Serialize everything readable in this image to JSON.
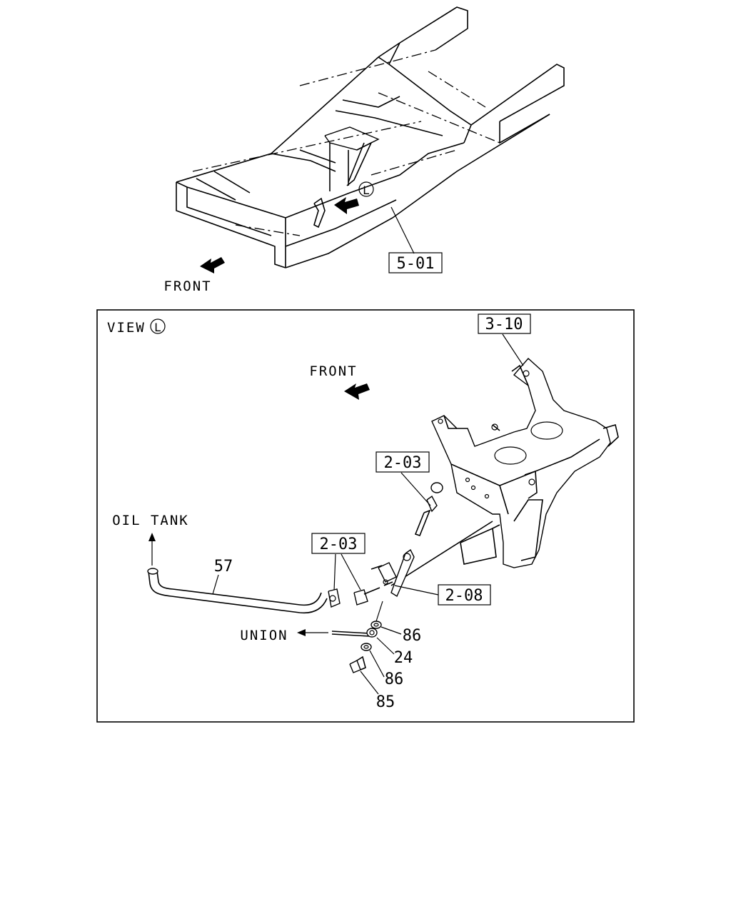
{
  "top_view": {
    "front_label": "FRONT",
    "callout_5_01": "5-01",
    "view_marker": "L"
  },
  "detail_view": {
    "title_prefix": "VIEW",
    "title_marker": "L",
    "front_label": "FRONT",
    "oil_tank_label": "OIL TANK",
    "union_label": "UNION",
    "callout_3_10": "3-10",
    "callout_2_03_upper": "2-03",
    "callout_2_03_lower": "2-03",
    "callout_2_08": "2-08",
    "part_57": "57",
    "part_86_upper": "86",
    "part_24": "24",
    "part_86_lower": "86",
    "part_85": "85"
  }
}
